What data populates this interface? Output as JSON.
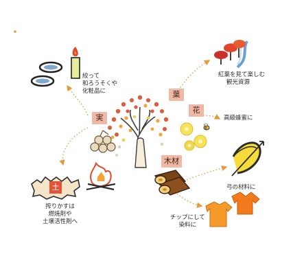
{
  "labels": {
    "fruit": "実",
    "leaf": "葉",
    "flower": "花",
    "wood": "木材"
  },
  "captions": {
    "oil": [
      "絞って",
      "和ろうそくや",
      "化粧品に"
    ],
    "leaf": [
      "紅葉を見て楽しむ",
      "観光資源"
    ],
    "flower": [
      "高級蜂蜜に"
    ],
    "bow": [
      "弓の材料に"
    ],
    "dye": [
      "チップにして",
      "染料に"
    ],
    "residue": [
      "搾りかすは",
      "燃焼剤や",
      "土壌活性剤へ"
    ]
  },
  "badge": "土"
}
